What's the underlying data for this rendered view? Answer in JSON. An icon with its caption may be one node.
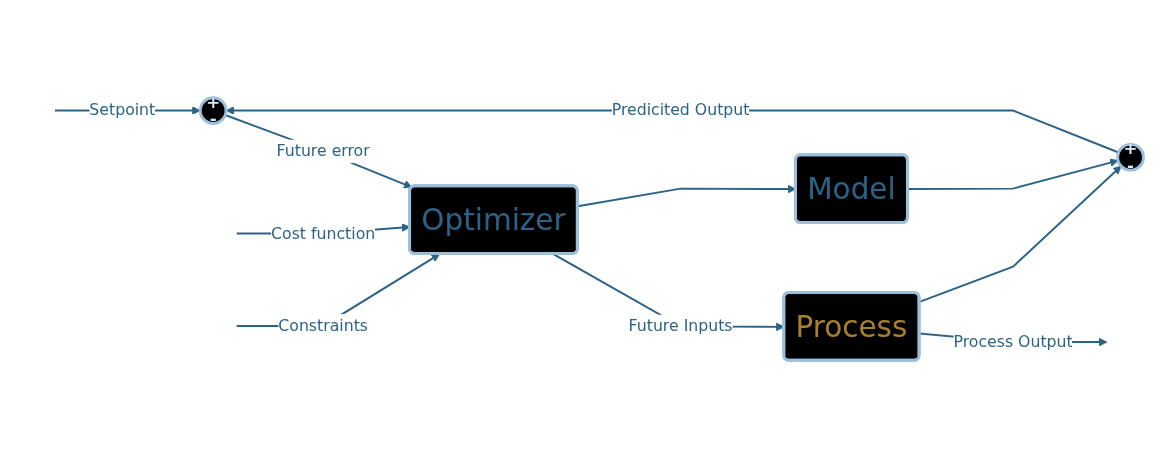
{
  "diagram": {
    "nodes": [
      {
        "text": [
          "+",
          "-"
        ]
      },
      {
        "text": [
          "Optimizer"
        ]
      },
      {
        "text": [
          "Process"
        ]
      },
      {
        "text": [
          "Model"
        ]
      },
      {
        "text": [
          "+",
          "-"
        ]
      }
    ],
    "edges": [
      {
        "from": null,
        "to": 0,
        "arrow": "to",
        "label": "Setpoint"
      },
      {
        "from": 0,
        "to": 1,
        "arrow": "to",
        "label": "Future error"
      },
      {
        "from": null,
        "to": 1,
        "arrow": "to",
        "label": "Cost function"
      },
      {
        "from": null,
        "to": 1,
        "arrow": "to",
        "label": "Constraints"
      },
      {
        "from": 1,
        "to": 2,
        "arrow": "to",
        "label": "Future Inputs"
      },
      {
        "from": 1,
        "to": 3,
        "arrow": "to"
      },
      {
        "from": 2,
        "to": null,
        "arrow": "to",
        "label": "Process Output"
      },
      {
        "from": 2,
        "to": 4,
        "arrow": "to"
      },
      {
        "from": 3,
        "to": 4,
        "arrow": "to"
      },
      {
        "from": 4,
        "to": 0,
        "arrow": "to",
        "label": "Predicited Output"
      }
    ]
  }
}
